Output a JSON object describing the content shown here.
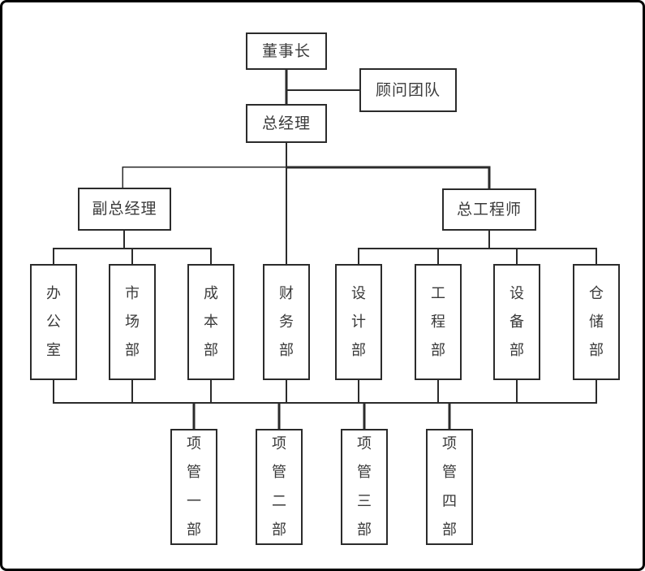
{
  "diagram": {
    "type": "org-chart",
    "nodes": {
      "chairman": {
        "label": "董事长"
      },
      "advisory_team": {
        "label": "顾问团队"
      },
      "general_manager": {
        "label": "总经理"
      },
      "deputy_general_manager": {
        "label": "副总经理"
      },
      "chief_engineer": {
        "label": "总工程师"
      }
    },
    "departments": [
      {
        "id": "office",
        "label": "办公室",
        "parent": "deputy_general_manager"
      },
      {
        "id": "marketing",
        "label": "市场部",
        "parent": "deputy_general_manager"
      },
      {
        "id": "cost",
        "label": "成本部",
        "parent": "deputy_general_manager"
      },
      {
        "id": "finance",
        "label": "财务部",
        "parent": "general_manager"
      },
      {
        "id": "design",
        "label": "设计部",
        "parent": "chief_engineer"
      },
      {
        "id": "engineering",
        "label": "工程部",
        "parent": "chief_engineer"
      },
      {
        "id": "equipment",
        "label": "设备部",
        "parent": "chief_engineer"
      },
      {
        "id": "warehouse",
        "label": "仓储部",
        "parent": "chief_engineer"
      }
    ],
    "project_departments": [
      {
        "id": "pm1",
        "label": "项管一部"
      },
      {
        "id": "pm2",
        "label": "项管二部"
      },
      {
        "id": "pm3",
        "label": "项管三部"
      },
      {
        "id": "pm4",
        "label": "项管四部"
      }
    ],
    "edges": [
      {
        "from": "chairman",
        "to": "general_manager"
      },
      {
        "from": "chairman",
        "to": "advisory_team",
        "style": "side-link"
      },
      {
        "from": "general_manager",
        "to": "deputy_general_manager"
      },
      {
        "from": "general_manager",
        "to": "chief_engineer"
      },
      {
        "from": "general_manager",
        "to": "finance"
      },
      {
        "from": "deputy_general_manager",
        "to": "office"
      },
      {
        "from": "deputy_general_manager",
        "to": "marketing"
      },
      {
        "from": "deputy_general_manager",
        "to": "cost"
      },
      {
        "from": "chief_engineer",
        "to": "design"
      },
      {
        "from": "chief_engineer",
        "to": "engineering"
      },
      {
        "from": "chief_engineer",
        "to": "equipment"
      },
      {
        "from": "chief_engineer",
        "to": "warehouse"
      },
      {
        "from": "all_departments_bus",
        "to": "pm1"
      },
      {
        "from": "all_departments_bus",
        "to": "pm2"
      },
      {
        "from": "all_departments_bus",
        "to": "pm3"
      },
      {
        "from": "all_departments_bus",
        "to": "pm4"
      }
    ],
    "colors": {
      "background": "#ffffff",
      "outer_border": "#000000",
      "box_border": "#2b2b2b",
      "line": "#2b2b2b",
      "text": "#3a3a3a"
    }
  }
}
